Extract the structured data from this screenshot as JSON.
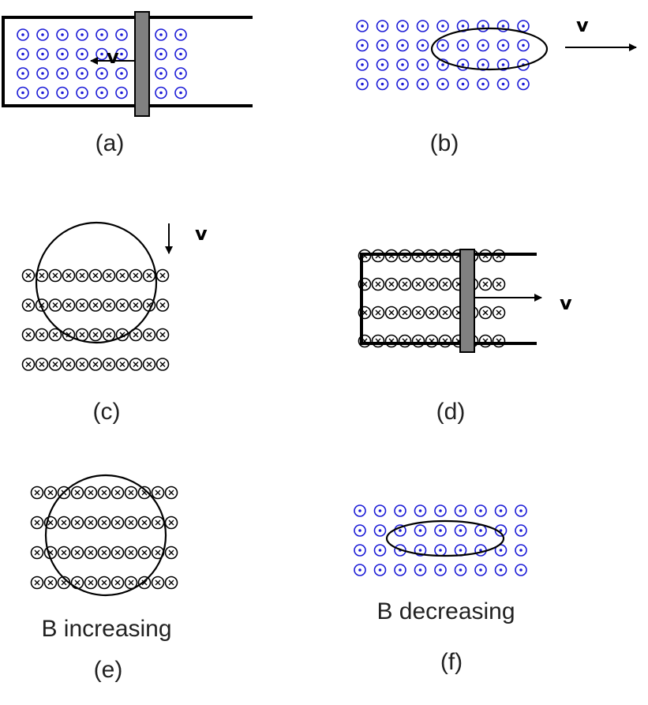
{
  "panels": [
    {
      "id": "a",
      "label": "(a)",
      "field": "out-of-page",
      "conductor": "rod on rails",
      "velocity_label": "v",
      "velocity_direction": "left"
    },
    {
      "id": "b",
      "label": "(b)",
      "field": "out-of-page",
      "conductor": "loop",
      "velocity_label": "v",
      "velocity_direction": "right"
    },
    {
      "id": "c",
      "label": "(c)",
      "field": "into-page",
      "conductor": "loop",
      "velocity_label": "v",
      "velocity_direction": "down"
    },
    {
      "id": "d",
      "label": "(d)",
      "field": "into-page",
      "conductor": "rod on rails",
      "velocity_label": "v",
      "velocity_direction": "right"
    },
    {
      "id": "e",
      "label": "(e)",
      "field": "into-page",
      "conductor": "loop",
      "caption": "B increasing"
    },
    {
      "id": "f",
      "label": "(f)",
      "field": "out-of-page",
      "conductor": "loop",
      "caption": "B decreasing"
    }
  ],
  "colors": {
    "field_out": "#1a1ad6",
    "field_in": "#000000",
    "rod": "#808080",
    "wire": "#000000"
  }
}
